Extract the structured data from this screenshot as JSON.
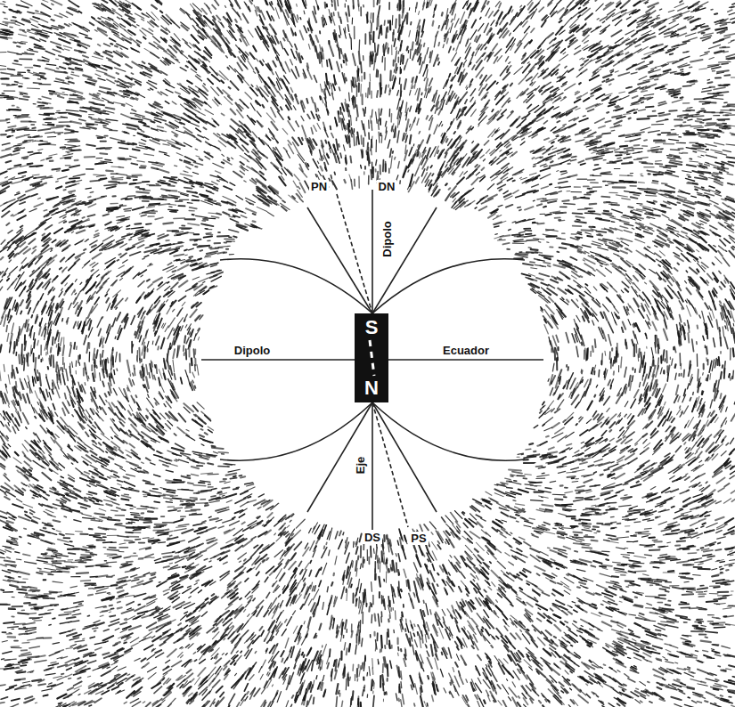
{
  "diagram": {
    "nodes": [
      {
        "text": [
          "S",
          "N"
        ]
      }
    ],
    "labels": [
      "PN",
      "DN",
      "Dipolo",
      "Dipolo",
      "Ecuador",
      "Eje",
      "DS",
      "PS"
    ]
  }
}
